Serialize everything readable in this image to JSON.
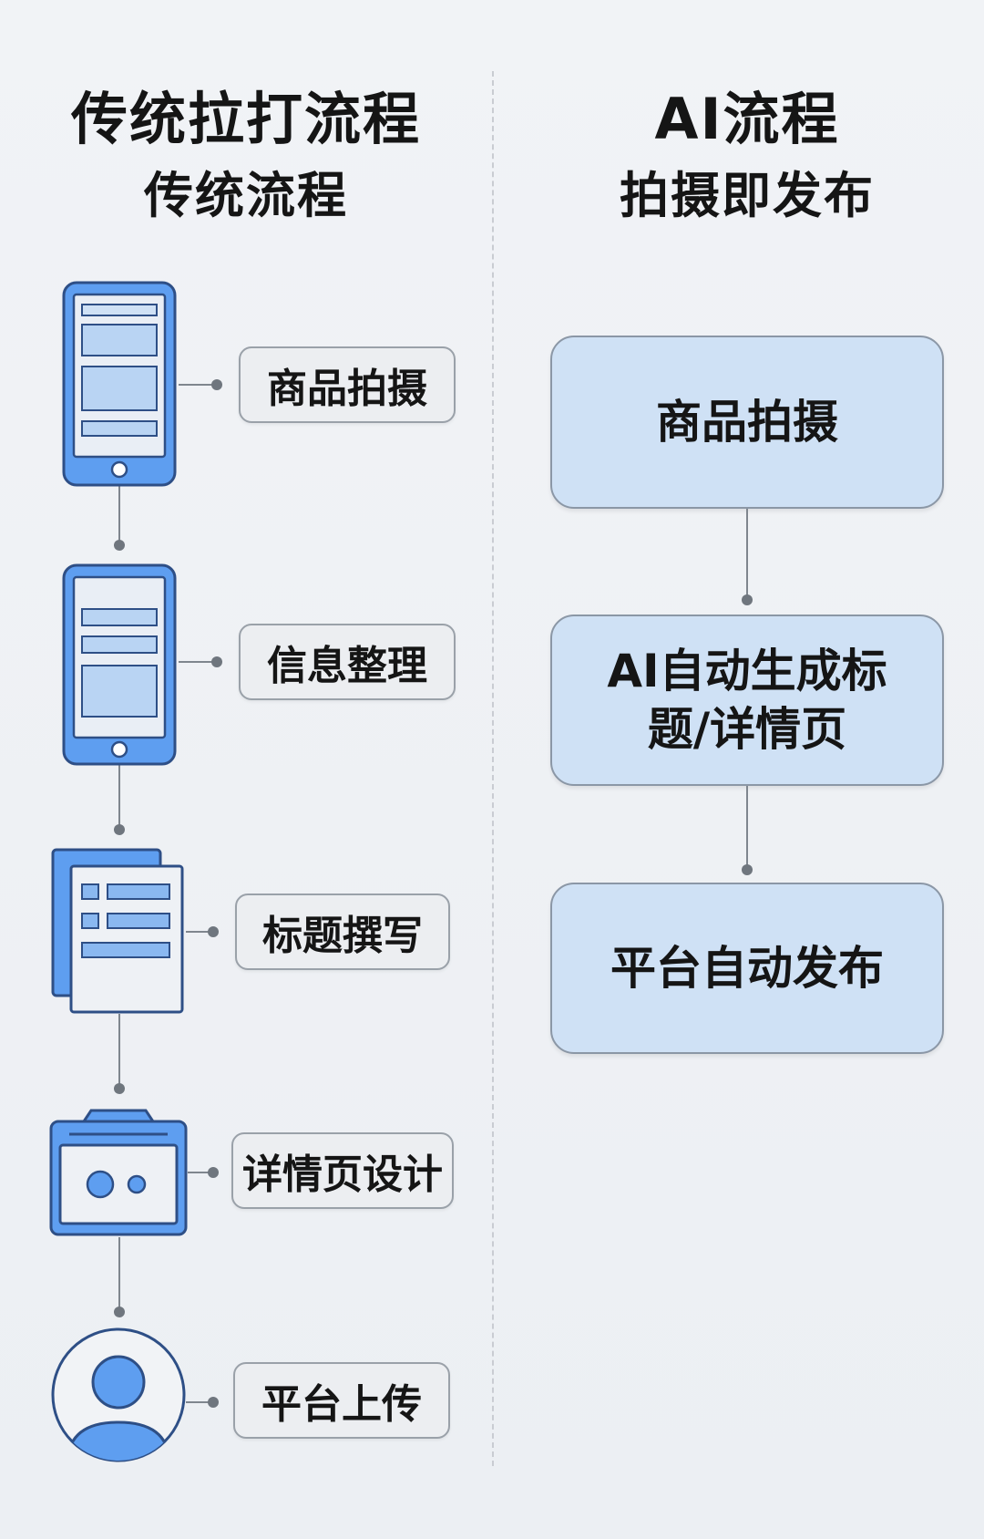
{
  "left": {
    "title": "传统拉打流程",
    "subtitle": "传统流程",
    "steps": [
      {
        "label": "商品拍摄",
        "icon": "phone-icon"
      },
      {
        "label": "信息整理",
        "icon": "phone-icon"
      },
      {
        "label": "标题撰写",
        "icon": "document-stack-icon"
      },
      {
        "label": "详情页设计",
        "icon": "browser-window-icon"
      },
      {
        "label": "平台上传",
        "icon": "user-avatar-icon"
      }
    ]
  },
  "right": {
    "title": "AI流程",
    "subtitle": "拍摄即发布",
    "steps": [
      {
        "label": "商品拍摄"
      },
      {
        "line1": "AI自动生成标",
        "line2": "题/详情页"
      },
      {
        "label": "平台自动发布"
      }
    ]
  },
  "colors": {
    "icon_blue": "#5e9ef0",
    "icon_outline": "#2e4f86",
    "ai_box_fill": "#cfe1f5",
    "step_box_fill": "#eceef1"
  }
}
